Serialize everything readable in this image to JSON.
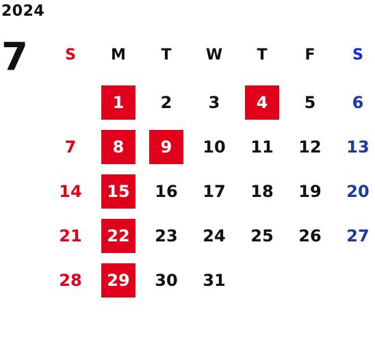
{
  "calendar": {
    "year": "2024",
    "month": "7",
    "weekdays": [
      "S",
      "M",
      "T",
      "W",
      "T",
      "F",
      "S"
    ],
    "colors": {
      "sunday": "#e0001b",
      "saturday": "#1a3c9c",
      "weekday": "#111111",
      "holiday_bg": "#e0001b",
      "holiday_text": "#ffffff"
    },
    "days": [
      {
        "n": "1",
        "col": 1,
        "row": 0,
        "hol": true
      },
      {
        "n": "2",
        "col": 2,
        "row": 0,
        "hol": false
      },
      {
        "n": "3",
        "col": 3,
        "row": 0,
        "hol": false
      },
      {
        "n": "4",
        "col": 4,
        "row": 0,
        "hol": true
      },
      {
        "n": "5",
        "col": 5,
        "row": 0,
        "hol": false
      },
      {
        "n": "6",
        "col": 6,
        "row": 0,
        "hol": false
      },
      {
        "n": "7",
        "col": 0,
        "row": 1,
        "hol": false
      },
      {
        "n": "8",
        "col": 1,
        "row": 1,
        "hol": true
      },
      {
        "n": "9",
        "col": 2,
        "row": 1,
        "hol": true
      },
      {
        "n": "10",
        "col": 3,
        "row": 1,
        "hol": false
      },
      {
        "n": "11",
        "col": 4,
        "row": 1,
        "hol": false
      },
      {
        "n": "12",
        "col": 5,
        "row": 1,
        "hol": false
      },
      {
        "n": "13",
        "col": 6,
        "row": 1,
        "hol": false
      },
      {
        "n": "14",
        "col": 0,
        "row": 2,
        "hol": false
      },
      {
        "n": "15",
        "col": 1,
        "row": 2,
        "hol": true
      },
      {
        "n": "16",
        "col": 2,
        "row": 2,
        "hol": false
      },
      {
        "n": "17",
        "col": 3,
        "row": 2,
        "hol": false
      },
      {
        "n": "18",
        "col": 4,
        "row": 2,
        "hol": false
      },
      {
        "n": "19",
        "col": 5,
        "row": 2,
        "hol": false
      },
      {
        "n": "20",
        "col": 6,
        "row": 2,
        "hol": false
      },
      {
        "n": "21",
        "col": 0,
        "row": 3,
        "hol": false
      },
      {
        "n": "22",
        "col": 1,
        "row": 3,
        "hol": true
      },
      {
        "n": "23",
        "col": 2,
        "row": 3,
        "hol": false
      },
      {
        "n": "24",
        "col": 3,
        "row": 3,
        "hol": false
      },
      {
        "n": "25",
        "col": 4,
        "row": 3,
        "hol": false
      },
      {
        "n": "26",
        "col": 5,
        "row": 3,
        "hol": false
      },
      {
        "n": "27",
        "col": 6,
        "row": 3,
        "hol": false
      },
      {
        "n": "28",
        "col": 0,
        "row": 4,
        "hol": false
      },
      {
        "n": "29",
        "col": 1,
        "row": 4,
        "hol": true
      },
      {
        "n": "30",
        "col": 2,
        "row": 4,
        "hol": false
      },
      {
        "n": "31",
        "col": 3,
        "row": 4,
        "hol": false
      }
    ]
  }
}
